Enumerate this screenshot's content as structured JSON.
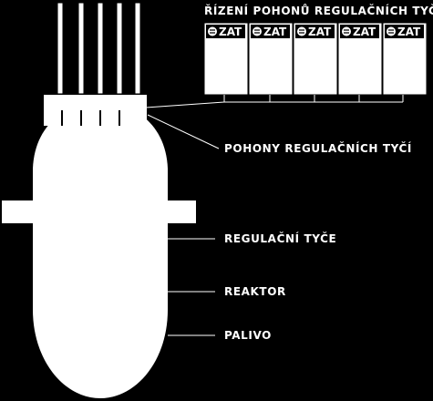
{
  "colors": {
    "background": "#000000",
    "foreground": "#ffffff"
  },
  "panel": {
    "title": "ŘÍZENÍ POHONŮ REGULAČNÍCH TYČÍ",
    "modules": [
      {
        "logo": "ZAT",
        "icon": "zat-logo-icon"
      },
      {
        "logo": "ZAT",
        "icon": "zat-logo-icon"
      },
      {
        "logo": "ZAT",
        "icon": "zat-logo-icon"
      },
      {
        "logo": "ZAT",
        "icon": "zat-logo-icon"
      },
      {
        "logo": "ZAT",
        "icon": "zat-logo-icon"
      }
    ]
  },
  "labels": {
    "drives": "POHONY REGULAČNÍCH TYČÍ",
    "rods": "REGULAČNÍ TYČE",
    "reactor": "REAKTOR",
    "fuel": "PALIVO"
  }
}
